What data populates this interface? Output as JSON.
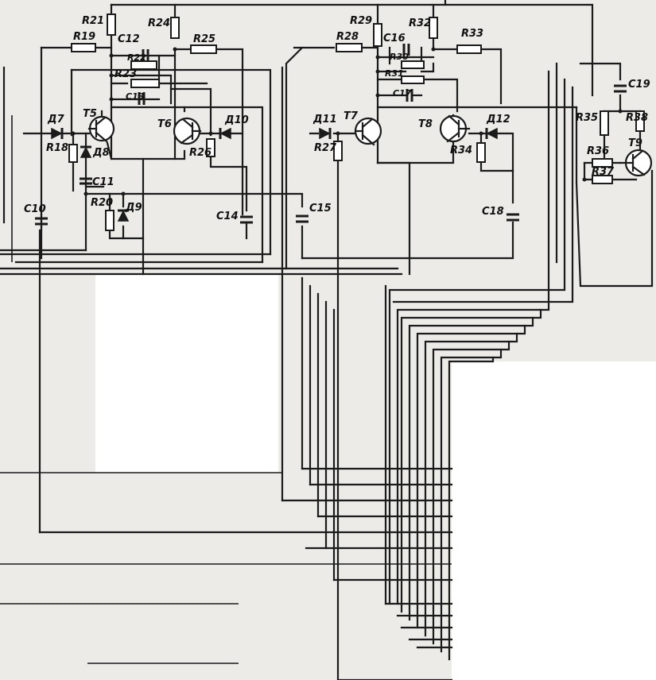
{
  "components": {
    "resistors": [
      "R18",
      "R19",
      "R20",
      "R21",
      "R22",
      "R23",
      "R24",
      "R25",
      "R26",
      "R27",
      "R28",
      "R29",
      "R30",
      "R31",
      "R32",
      "R33",
      "R34",
      "R35",
      "R36",
      "R37",
      "R38"
    ],
    "capacitors": [
      "C10",
      "C11",
      "C12",
      "C13",
      "C14",
      "C15",
      "C16",
      "C17",
      "C18",
      "C19"
    ],
    "diodes": [
      "Д7",
      "Д8",
      "Д9",
      "Д10",
      "Д11",
      "Д12"
    ],
    "transistors": [
      "T5",
      "T6",
      "T7",
      "T8",
      "T9"
    ]
  },
  "labels": {
    "R18": "R18",
    "R19": "R19",
    "R20": "R20",
    "R21": "R21",
    "R22": "R22",
    "R23": "R23",
    "R24": "R24",
    "R25": "R25",
    "R26": "R26",
    "R27": "R27",
    "R28": "R28",
    "R29": "R29",
    "R30": "R30",
    "R31": "R31",
    "R32": "R32",
    "R33": "R33",
    "R34": "R34",
    "R35": "R35",
    "R36": "R36",
    "R37": "R37",
    "R38": "R38",
    "C10": "C10",
    "C11": "C11",
    "C12": "C12",
    "C13": "C13",
    "C14": "C14",
    "C15": "C15",
    "C16": "C16",
    "C17": "C17",
    "C18": "C18",
    "C19": "C19",
    "D7": "Д7",
    "D8": "Д8",
    "D9": "Д9",
    "D10": "Д10",
    "D11": "Д11",
    "D12": "Д12",
    "T5": "T5",
    "T6": "T6",
    "T7": "T7",
    "T8": "T8",
    "T9": "T9"
  },
  "colors": {
    "ink": "#1b1b1b",
    "paper": "#ecebe8",
    "blank": "#ffffff"
  }
}
